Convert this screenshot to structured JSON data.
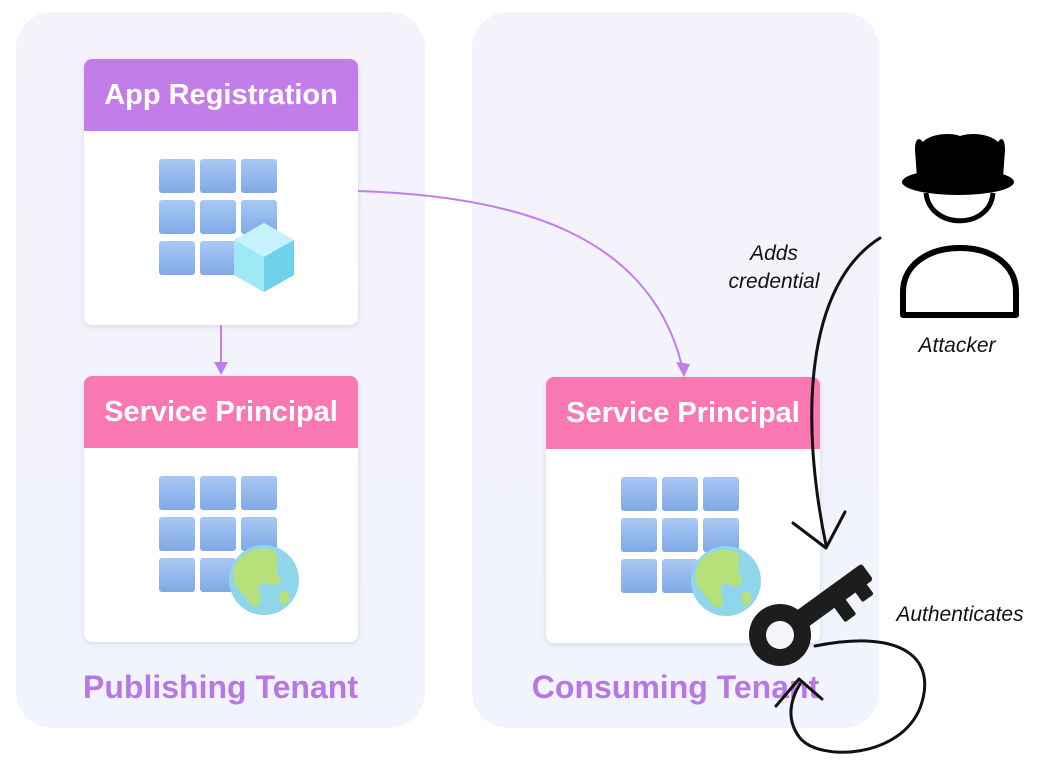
{
  "tenants": {
    "publishing": {
      "label": "Publishing Tenant"
    },
    "consuming": {
      "label": "Consuming Tenant"
    }
  },
  "cards": {
    "app_registration": {
      "title": "App Registration",
      "header_color": "#c37de8",
      "icon": "app-registration-icon"
    },
    "publishing_sp": {
      "title": "Service Principal",
      "header_color": "#fa78b1",
      "icon": "enterprise-app-globe-icon"
    },
    "consuming_sp": {
      "title": "Service Principal",
      "header_color": "#fa78b1",
      "icon": "enterprise-app-globe-icon"
    }
  },
  "actor": {
    "label": "Attacker",
    "icon": "attacker-icon"
  },
  "annotations": {
    "adds_credential": {
      "line1": "Adds",
      "line2": "credential"
    },
    "authenticates": "Authenticates"
  },
  "colors": {
    "tenant_label": "#b778e6",
    "arrow": "#c37de8",
    "tile": "#8fb6ec"
  }
}
